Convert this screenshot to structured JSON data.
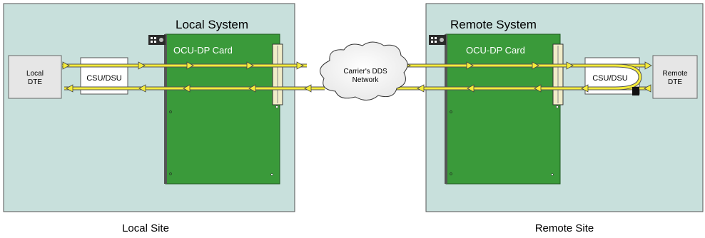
{
  "local": {
    "system_title": "Local System",
    "site_label": "Local Site",
    "card_label": "OCU-DP Card",
    "csu_label": "CSU/DSU",
    "dte_line1": "Local",
    "dte_line2": "DTE"
  },
  "remote": {
    "system_title": "Remote System",
    "site_label": "Remote Site",
    "card_label": "OCU-DP Card",
    "csu_label": "CSU/DSU",
    "dte_line1": "Remote",
    "dte_line2": "DTE"
  },
  "network": {
    "line1": "Carrier's DDS",
    "line2": "Network"
  },
  "colors": {
    "site_fill": "#c8e0dc",
    "card_fill": "#3a9a3a",
    "path_yellow": "#f5ec3a",
    "dte_fill": "#e6e6e6"
  }
}
